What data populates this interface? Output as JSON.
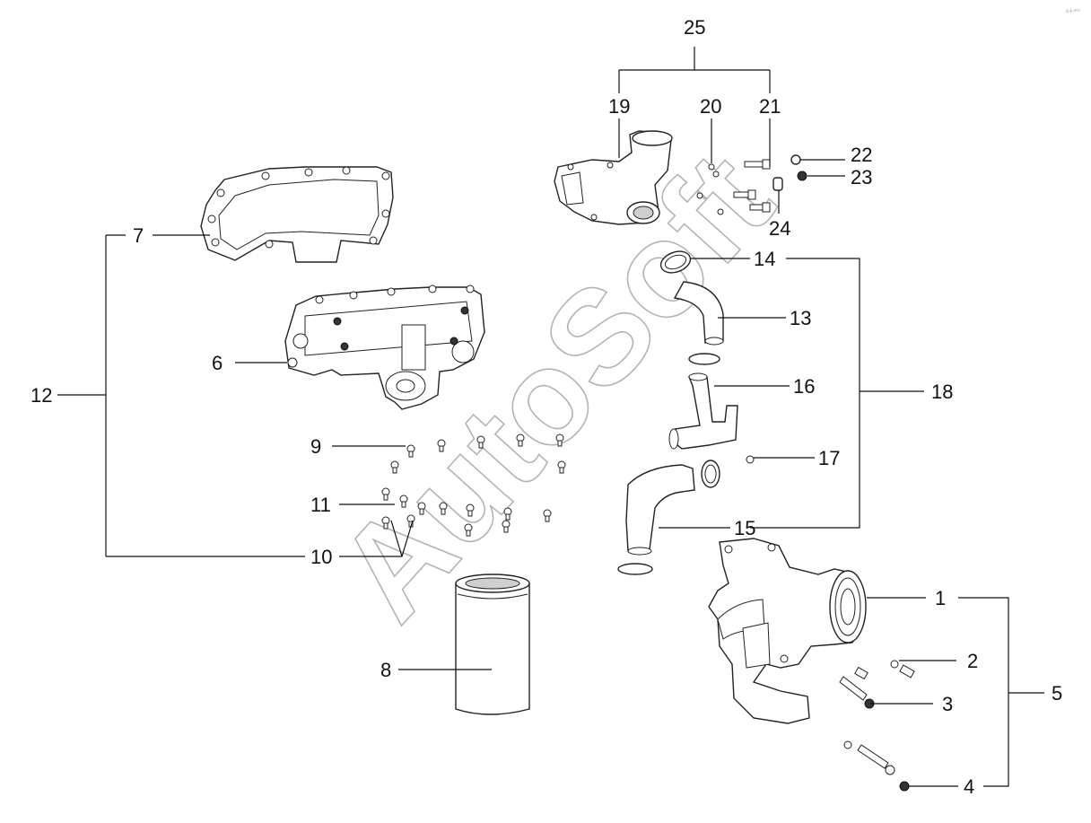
{
  "watermark": "AutoSoft",
  "corner_mark": "s-ŀ-ᵒᵒᵒ",
  "callouts": {
    "c1": "1",
    "c2": "2",
    "c3": "3",
    "c4": "4",
    "c5": "5",
    "c6": "6",
    "c7": "7",
    "c8": "8",
    "c9": "9",
    "c10": "10",
    "c11": "11",
    "c12": "12",
    "c13": "13",
    "c14": "14",
    "c15": "15",
    "c16": "16",
    "c17": "17",
    "c18": "18",
    "c19": "19",
    "c20": "20",
    "c21": "21",
    "c22": "22",
    "c23": "23",
    "c24": "24",
    "c25": "25"
  }
}
